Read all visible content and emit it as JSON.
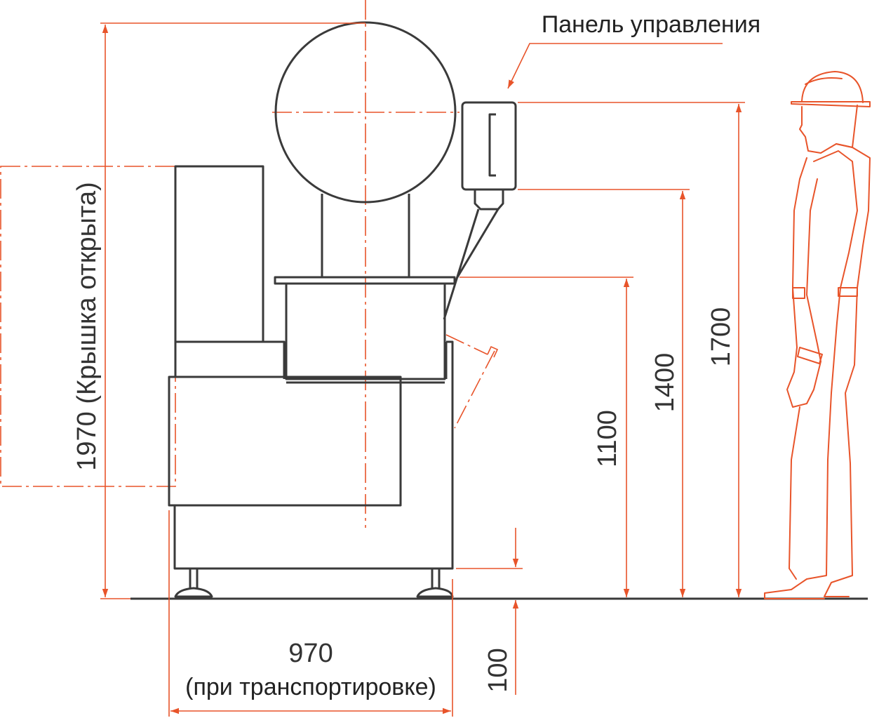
{
  "title": "Габаритные размеры",
  "colors": {
    "machine": "#3a3a3a",
    "dimension": "#e8542a"
  },
  "labels": {
    "control_panel": "Панель управления",
    "height_lid_open": "1970  (Крышка открыта)",
    "height_bowl": "1100",
    "height_panel_bottom": "1400",
    "height_panel_top": "1700",
    "clearance": "100",
    "width": "970",
    "width_note": "(при транспортировке)"
  }
}
